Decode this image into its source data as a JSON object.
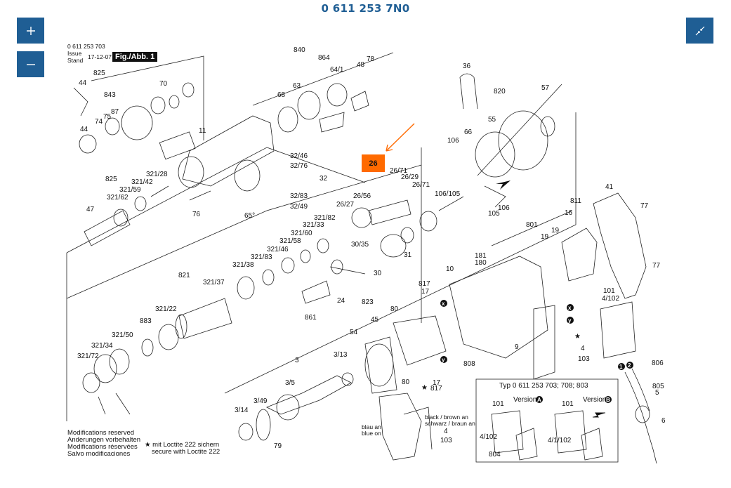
{
  "page_title": "0 611 253 7N0",
  "controls": {
    "zoom_in": "+",
    "zoom_out": "−",
    "collapse_icon": "collapse-icon"
  },
  "header": {
    "part_number": "0 611 253 703",
    "issue_label": "Issue",
    "stand_label": "Stand",
    "date": "17-12-07",
    "figure": "Fig./Abb. 1"
  },
  "highlight": {
    "label": "26",
    "color": "#ff6a00"
  },
  "notes": {
    "modifications": [
      "Modifications reserved",
      "Anderungen vorbehalten",
      "Modifications réservées",
      "Salvo modificaciones"
    ],
    "loctite": [
      "★ mit Loctite 222 sichern",
      "secure with Loctite 222"
    ]
  },
  "inset": {
    "title": "Typ 0 611 253 703; 708; 803",
    "version_a": "Version",
    "version_b": "Version",
    "labels": [
      "101",
      "4/102",
      "804",
      "101",
      "4/1/102"
    ]
  },
  "wiring": {
    "black_brown": [
      "black / brown an",
      "schwarz / braun an"
    ],
    "blue": [
      "blau an",
      "blue on"
    ]
  },
  "part_labels": [
    "825",
    "843",
    "44",
    "74",
    "75",
    "87",
    "70",
    "44",
    "840",
    "864",
    "64/1",
    "48",
    "78",
    "68",
    "63",
    "11",
    "32/46",
    "32/76",
    "32",
    "32/83",
    "32/49",
    "65°",
    "825",
    "321/28",
    "321/42",
    "321/59",
    "321/62",
    "47",
    "76",
    "36",
    "820",
    "57",
    "55",
    "66",
    "106",
    "106/105",
    "106",
    "105",
    "41",
    "77",
    "811",
    "16",
    "801",
    "19",
    "19",
    "181",
    "180",
    "26/71",
    "26/29",
    "26/71",
    "26/56",
    "26/27",
    "321/82",
    "321/33",
    "321/60",
    "321/58",
    "321/46",
    "321/83",
    "321/38",
    "821",
    "321/37",
    "321/22",
    "883",
    "321/50",
    "321/34",
    "321/72",
    "30/35",
    "30",
    "31",
    "24",
    "823",
    "861",
    "10",
    "817",
    "17",
    "80",
    "45",
    "54",
    "3/13",
    "3",
    "3/5",
    "3/49",
    "3/14",
    "79",
    "80",
    "817",
    "17",
    "9",
    "808",
    "101",
    "4/102",
    "103",
    "4",
    "806",
    "805",
    "5",
    "6",
    "77",
    "4",
    "103"
  ]
}
